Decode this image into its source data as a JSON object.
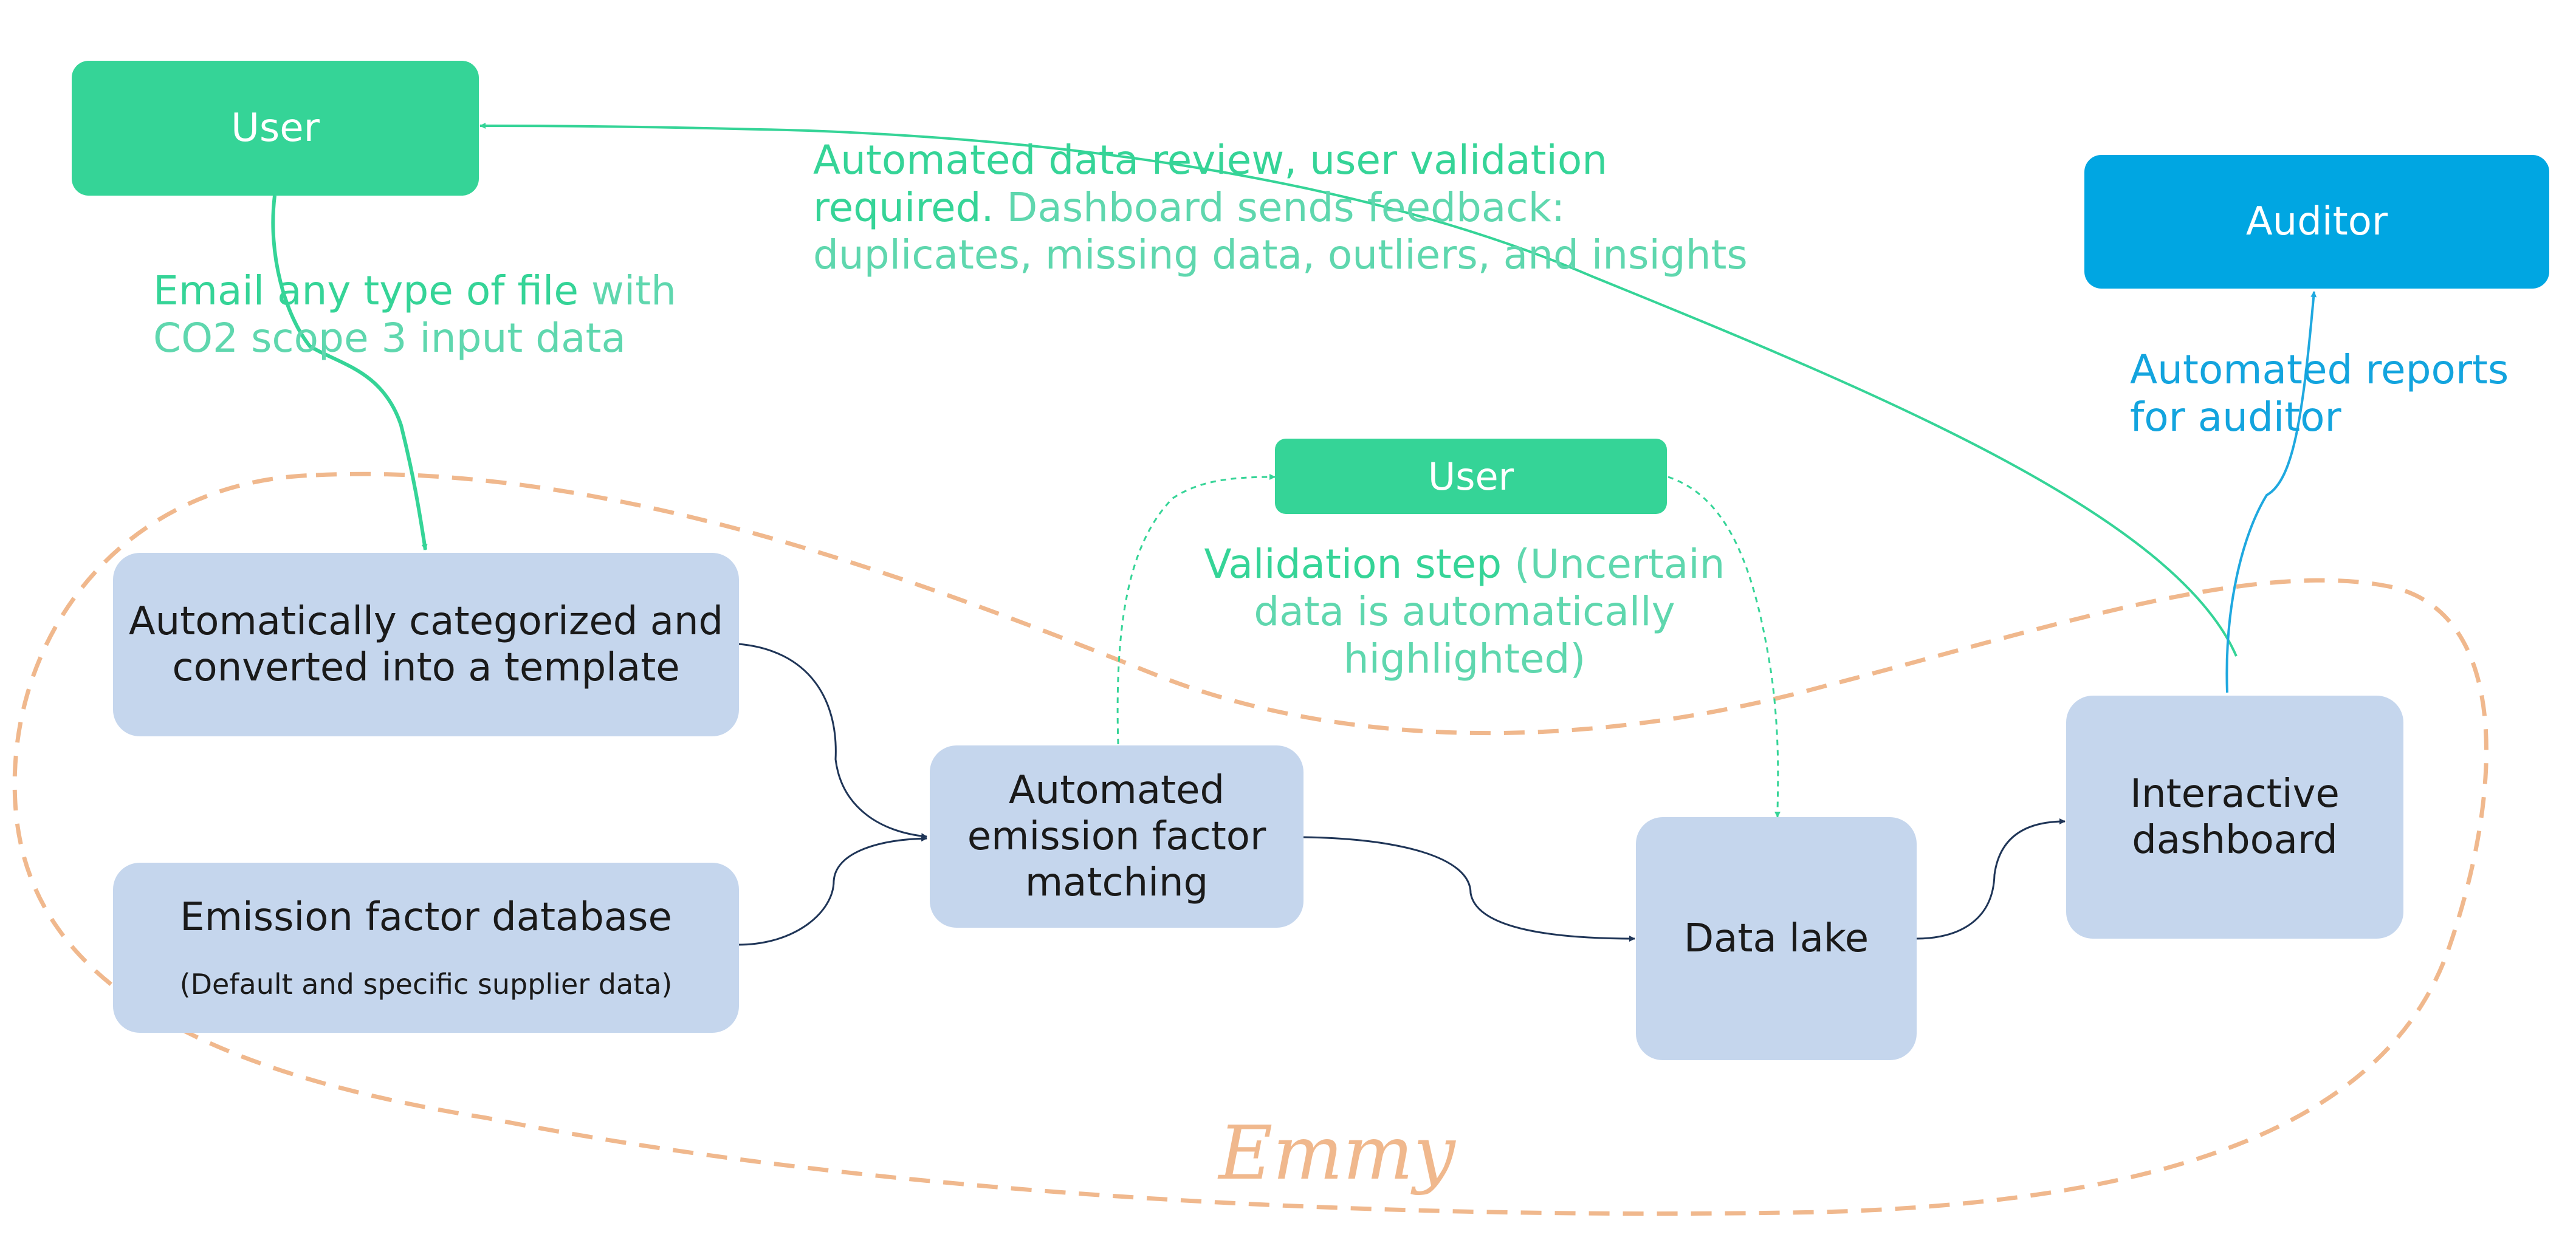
{
  "nodes": {
    "user_top": "User",
    "auditor": "Auditor",
    "user_mid": "User",
    "categorized": [
      "Automatically categorized and",
      "converted into a template"
    ],
    "ef_database": {
      "title": "Emission factor database",
      "subtitle": "(Default and specific supplier data)"
    },
    "matching": [
      "Automated",
      "emission factor",
      "matching"
    ],
    "data_lake": "Data lake",
    "dashboard": [
      "Interactive",
      "dashboard"
    ]
  },
  "annotations": {
    "email": {
      "line1_strong": "Email any type of file",
      "line1_rest": " with",
      "line2": "CO2 scope 3 input data"
    },
    "review": {
      "line1": "Automated data review, user validation",
      "line2_strong": "required.",
      "line2_rest": " Dashboard sends feedback:",
      "line3": "duplicates, missing data, outliers, and insights"
    },
    "validation": {
      "line1_strong": "Validation step",
      "line1_rest": " (Uncertain",
      "line2": "data is automatically",
      "line3": "highlighted)"
    },
    "reports": {
      "line1": "Automated reports",
      "line2": "for auditor"
    }
  },
  "boundary_label": "Emmy",
  "colors": {
    "green": "#35d497",
    "blue": "#00a6e2",
    "pale_box": "#c5d6ed",
    "navy_arrow": "#1f3557",
    "boundary": "#f0b88d"
  }
}
